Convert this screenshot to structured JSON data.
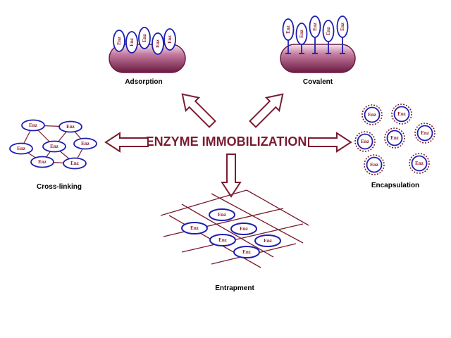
{
  "title": "ENZYME IMMOBILIZATION",
  "enzyme_label": "Enz",
  "methods": {
    "adsorption": "Adsorption",
    "covalent": "Covalent",
    "cross_linking": "Cross-linking",
    "encapsulation": "Encapsulation",
    "entrapment": "Entrapment"
  },
  "colors": {
    "enzyme_ring": "#1f1fb0",
    "enzyme_text": "#8b1a2a",
    "support": "#8a2a55",
    "mesh": "#7a1c30",
    "arrow": "#7a1c30",
    "title": "#7a1c30"
  }
}
